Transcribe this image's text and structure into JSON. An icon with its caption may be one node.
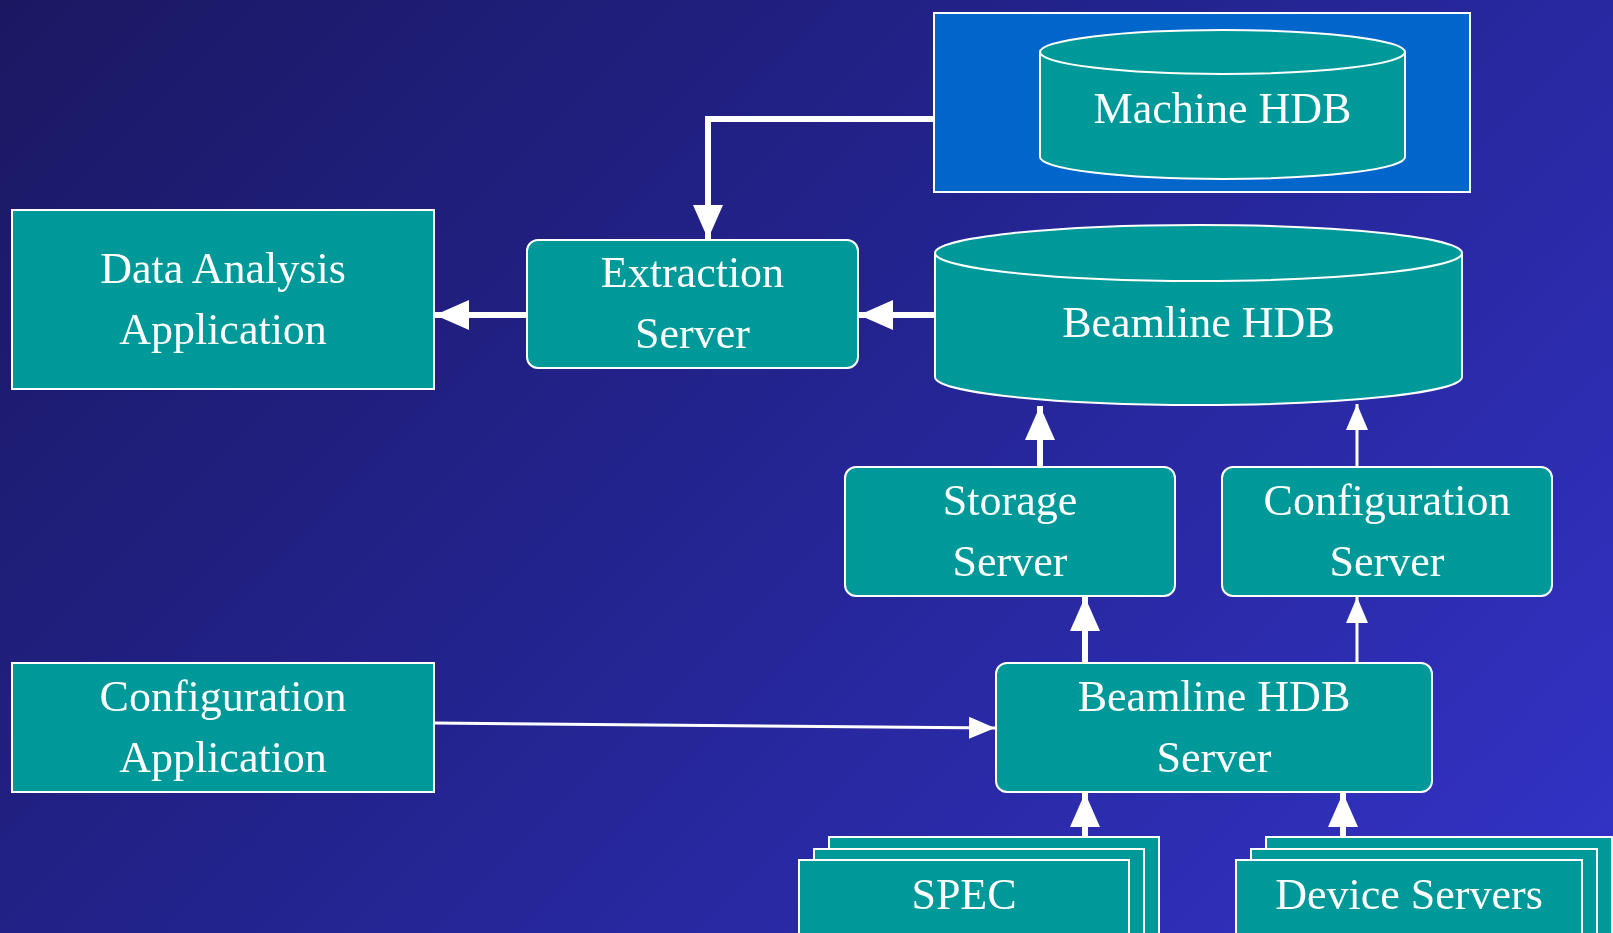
{
  "diagram": {
    "nodes": [
      {
        "text": [],
        "shape": "box"
      },
      {
        "text": [
          "Machine HDB"
        ],
        "in": 0
      },
      {
        "text": [
          "Data Analysis Application"
        ]
      },
      {
        "text": [
          "Extraction Server"
        ]
      },
      {
        "text": [
          "Beamline HDB"
        ]
      },
      {
        "text": [
          "Storage Server"
        ]
      },
      {
        "text": [
          "Configuration Server"
        ]
      },
      {
        "text": [
          "Configuration Application"
        ]
      },
      {
        "text": [
          "Beamline HDB Server"
        ]
      },
      {
        "text": [
          "SPEC"
        ]
      },
      {
        "text": [
          "Device Servers"
        ]
      }
    ],
    "edges": [
      {
        "from": 0,
        "to": 3,
        "arrow": "to"
      },
      {
        "from": 3,
        "to": 2,
        "arrow": "to"
      },
      {
        "from": 4,
        "to": 3,
        "arrow": "to"
      },
      {
        "from": 5,
        "to": 4,
        "arrow": "to"
      },
      {
        "from": 6,
        "to": 4,
        "arrow": "to"
      },
      {
        "from": 8,
        "to": 5,
        "arrow": "to"
      },
      {
        "from": 8,
        "to": 6,
        "arrow": "to"
      },
      {
        "from": 7,
        "to": 8,
        "arrow": "to"
      },
      {
        "from": 9,
        "to": 8,
        "arrow": "to"
      },
      {
        "from": 10,
        "to": 8,
        "arrow": "to"
      }
    ]
  }
}
